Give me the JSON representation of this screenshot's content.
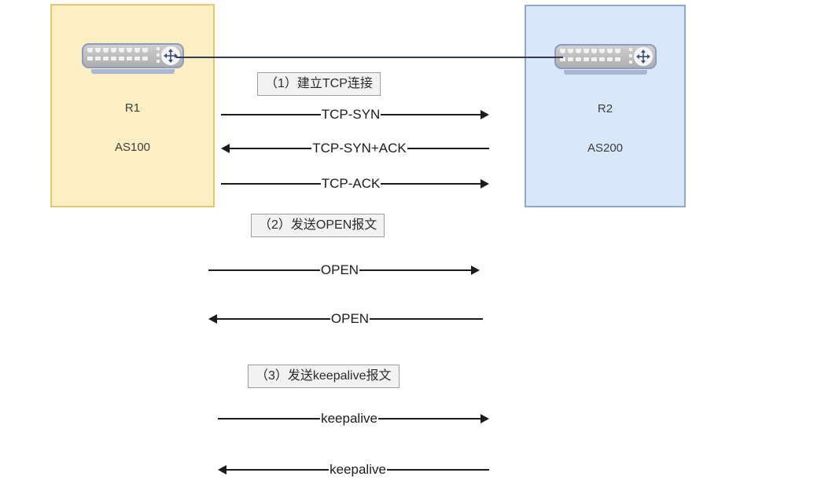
{
  "diagram": {
    "left_as": {
      "router_name": "R1",
      "as_name": "AS100",
      "router_icon": "router-icon",
      "fill_color": "#fdefc3",
      "border_color": "#e3c96b"
    },
    "right_as": {
      "router_name": "R2",
      "as_name": "AS200",
      "router_icon": "router-icon",
      "fill_color": "#d9e7fa",
      "border_color": "#8fa9cd"
    },
    "link_color": "#353b4d",
    "steps": [
      {
        "label": "（1）建立TCP连接"
      },
      {
        "label": "（2）发送OPEN报文"
      },
      {
        "label": "（3）发送keepalive报文"
      }
    ],
    "messages": [
      {
        "label": "TCP-SYN",
        "direction": "right"
      },
      {
        "label": "TCP-SYN+ACK",
        "direction": "left"
      },
      {
        "label": "TCP-ACK",
        "direction": "right"
      },
      {
        "label": "OPEN",
        "direction": "right"
      },
      {
        "label": "OPEN",
        "direction": "left"
      },
      {
        "label": "keepalive",
        "direction": "right"
      },
      {
        "label": "keepalive",
        "direction": "left"
      }
    ]
  }
}
